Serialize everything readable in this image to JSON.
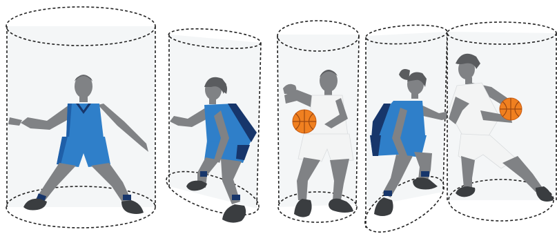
{
  "illustration": {
    "cylinders": [
      {
        "name": "cylinder-defender-male"
      },
      {
        "name": "cylinder-defender-female"
      },
      {
        "name": "cylinder-ballhandler-male"
      },
      {
        "name": "cylinder-defender-female-contact"
      },
      {
        "name": "cylinder-ballhandler-female"
      }
    ],
    "colors": {
      "jersey_blue": "#2f7fc9",
      "jersey_blue_dark": "#1f5fa8",
      "jersey_white": "#f3f4f4",
      "skin": "#808285",
      "shoe": "#3a3d40",
      "ball": "#f08020",
      "cylinder_outline": "#222222"
    }
  }
}
